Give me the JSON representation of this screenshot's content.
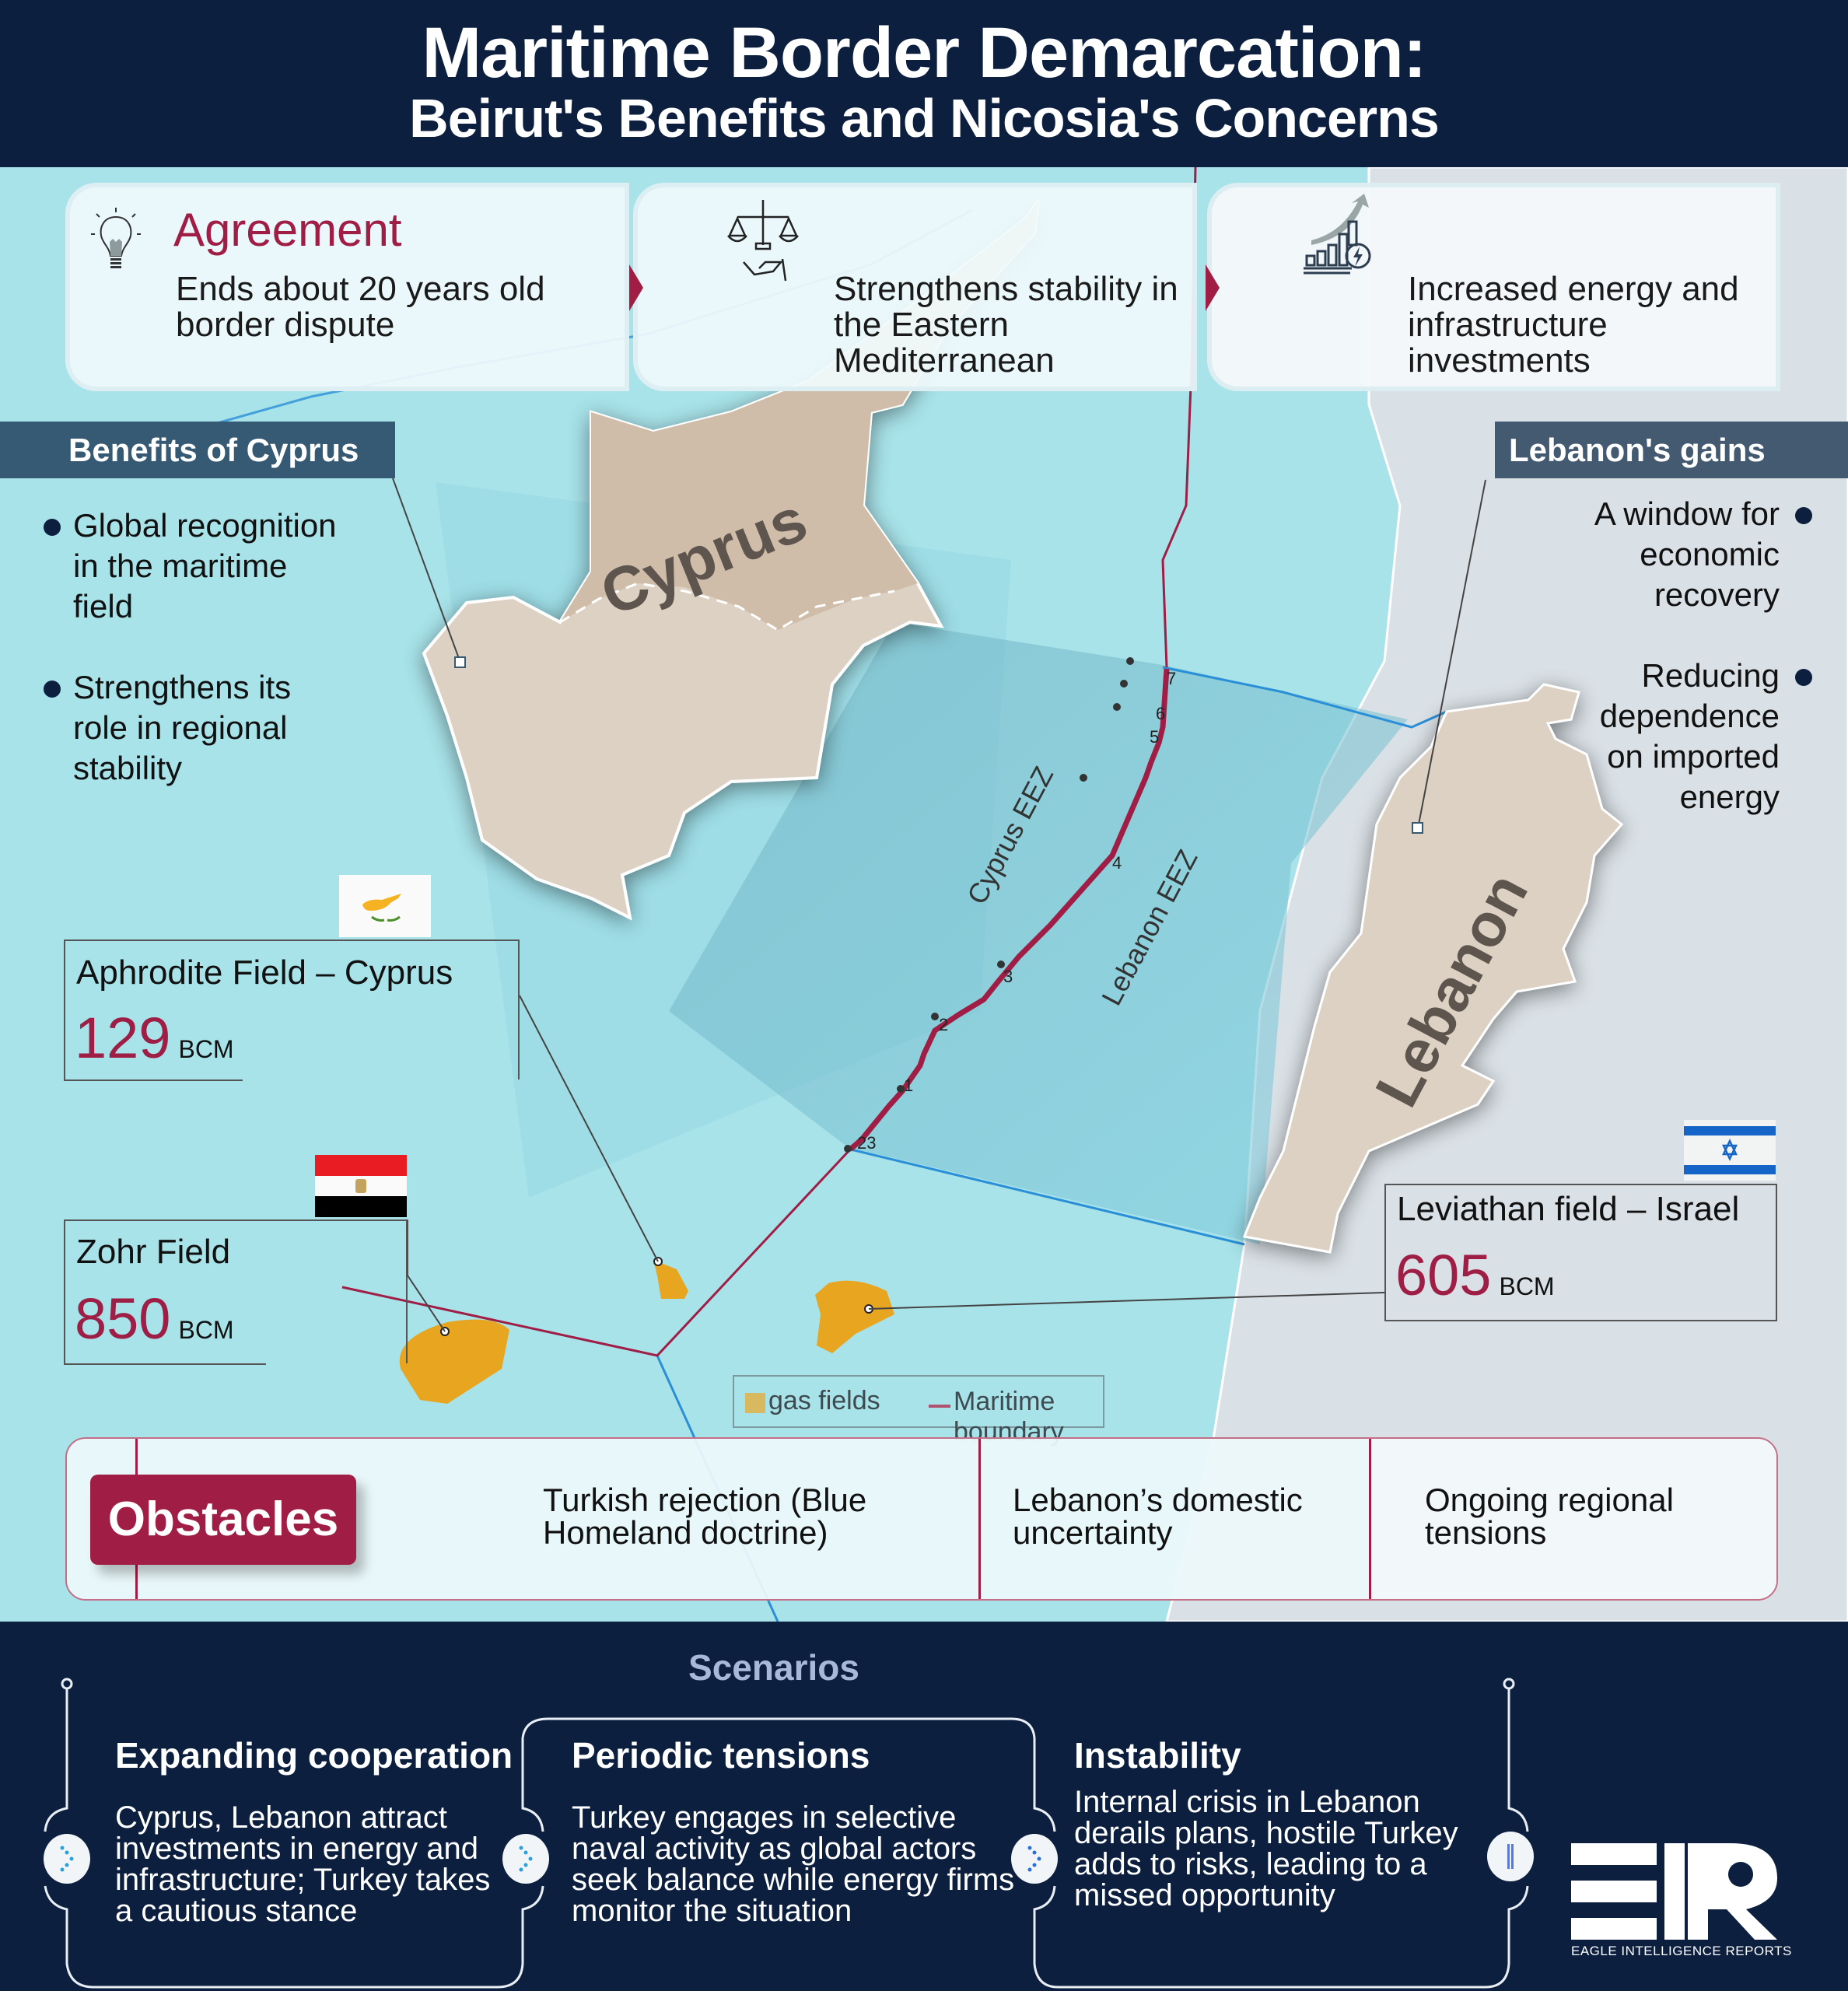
{
  "header": {
    "title_line1": "Maritime Border Demarcation:",
    "title_line2": "Beirut's Benefits and Nicosia's Concerns"
  },
  "cards": [
    {
      "title": "Agreement",
      "text": "Ends about 20 years old border dispute",
      "icon": "lightbulb-icon"
    },
    {
      "text": "Strengthens stability in the Eastern Mediterranean",
      "icon": "scales-hand-icon"
    },
    {
      "text": "Increased energy and infrastructure investments",
      "icon": "growth-chart-energy-icon"
    }
  ],
  "cyprus_benefits": {
    "heading": "Benefits of Cyprus",
    "items": [
      "Global recognition in the maritime field",
      "Strengthens its role in regional stability"
    ]
  },
  "lebanon_gains": {
    "heading": "Lebanon's gains",
    "items": [
      "A window for economic recovery",
      "Reducing dependence on imported energy"
    ]
  },
  "map": {
    "labels": {
      "cyprus": "Cyprus",
      "lebanon": "Lebanon",
      "cyprus_eez": "Cyprus EEZ",
      "lebanon_eez": "Lebanon EEZ"
    },
    "boundary_points": [
      "23",
      "1",
      "2",
      "3",
      "4",
      "5",
      "6",
      "7"
    ],
    "colors": {
      "sea": "#a8e3ea",
      "land": "#ddd1c4",
      "boundary": "#a01e45",
      "gas": "#e8a520",
      "other_land": "#dae1e6"
    }
  },
  "fields": [
    {
      "name": "Aphrodite Field – Cyprus",
      "value": "129",
      "unit": "BCM",
      "flag": "cyprus-flag"
    },
    {
      "name": "Zohr Field",
      "value": "850",
      "unit": "BCM",
      "flag": "egypt-flag"
    },
    {
      "name": "Leviathan field – Israel",
      "value": "605",
      "unit": "BCM",
      "flag": "israel-flag"
    }
  ],
  "legend": {
    "gas_fields": "gas fields",
    "maritime_boundary": "Maritime boundary"
  },
  "obstacles": {
    "label": "Obstacles",
    "items": [
      "Turkish rejection (Blue Homeland doctrine)",
      "Lebanon’s domestic uncertainty",
      "Ongoing regional tensions"
    ]
  },
  "scenarios": {
    "title": "Scenarios",
    "items": [
      {
        "title": "Expanding cooperation",
        "text": "Cyprus, Lebanon attract investments in energy and infrastructure; Turkey takes a cautious stance"
      },
      {
        "title": "Periodic tensions",
        "text": "Turkey engages in selective naval activity as global actors seek balance while energy firms monitor the situation"
      },
      {
        "title": "Instability",
        "text": "Internal crisis in Lebanon derails plans, hostile Turkey adds to risks, leading to a missed opportunity"
      }
    ]
  },
  "brand": {
    "logo_text": "EIR",
    "name": "EAGLE INTELLIGENCE REPORTS"
  }
}
